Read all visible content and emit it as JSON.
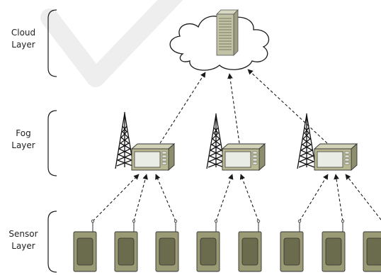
{
  "layers": {
    "cloud": {
      "line1": "Cloud",
      "line2": "Layer"
    },
    "fog": {
      "line1": "Fog",
      "line2": "Layer"
    },
    "sensor": {
      "line1": "Sensor",
      "line2": "Layer"
    }
  },
  "nodes": {
    "cloud_server": {
      "icon": "server-icon"
    },
    "fog_nodes": [
      {
        "icon": "radio-tower-icon",
        "device": "fog-device-icon"
      },
      {
        "icon": "radio-tower-icon",
        "device": "fog-device-icon"
      },
      {
        "icon": "radio-tower-icon",
        "device": "fog-device-icon"
      }
    ],
    "sensors": [
      {
        "icon": "sensor-device-icon"
      },
      {
        "icon": "sensor-device-icon"
      },
      {
        "icon": "sensor-device-icon"
      },
      {
        "icon": "sensor-device-icon"
      },
      {
        "icon": "sensor-device-icon"
      },
      {
        "icon": "sensor-device-icon"
      },
      {
        "icon": "sensor-device-icon"
      },
      {
        "icon": "sensor-device-icon"
      }
    ]
  },
  "connections": {
    "style": "dashed-arrow",
    "direction": "upward"
  },
  "colors": {
    "line": "#1a1a1a",
    "device_body": "#b8b893",
    "device_screen": "#e9ece4",
    "sensor_body": "#9a9a74",
    "sensor_screen": "#6b6b4e",
    "watermark": "#eeeeee"
  }
}
